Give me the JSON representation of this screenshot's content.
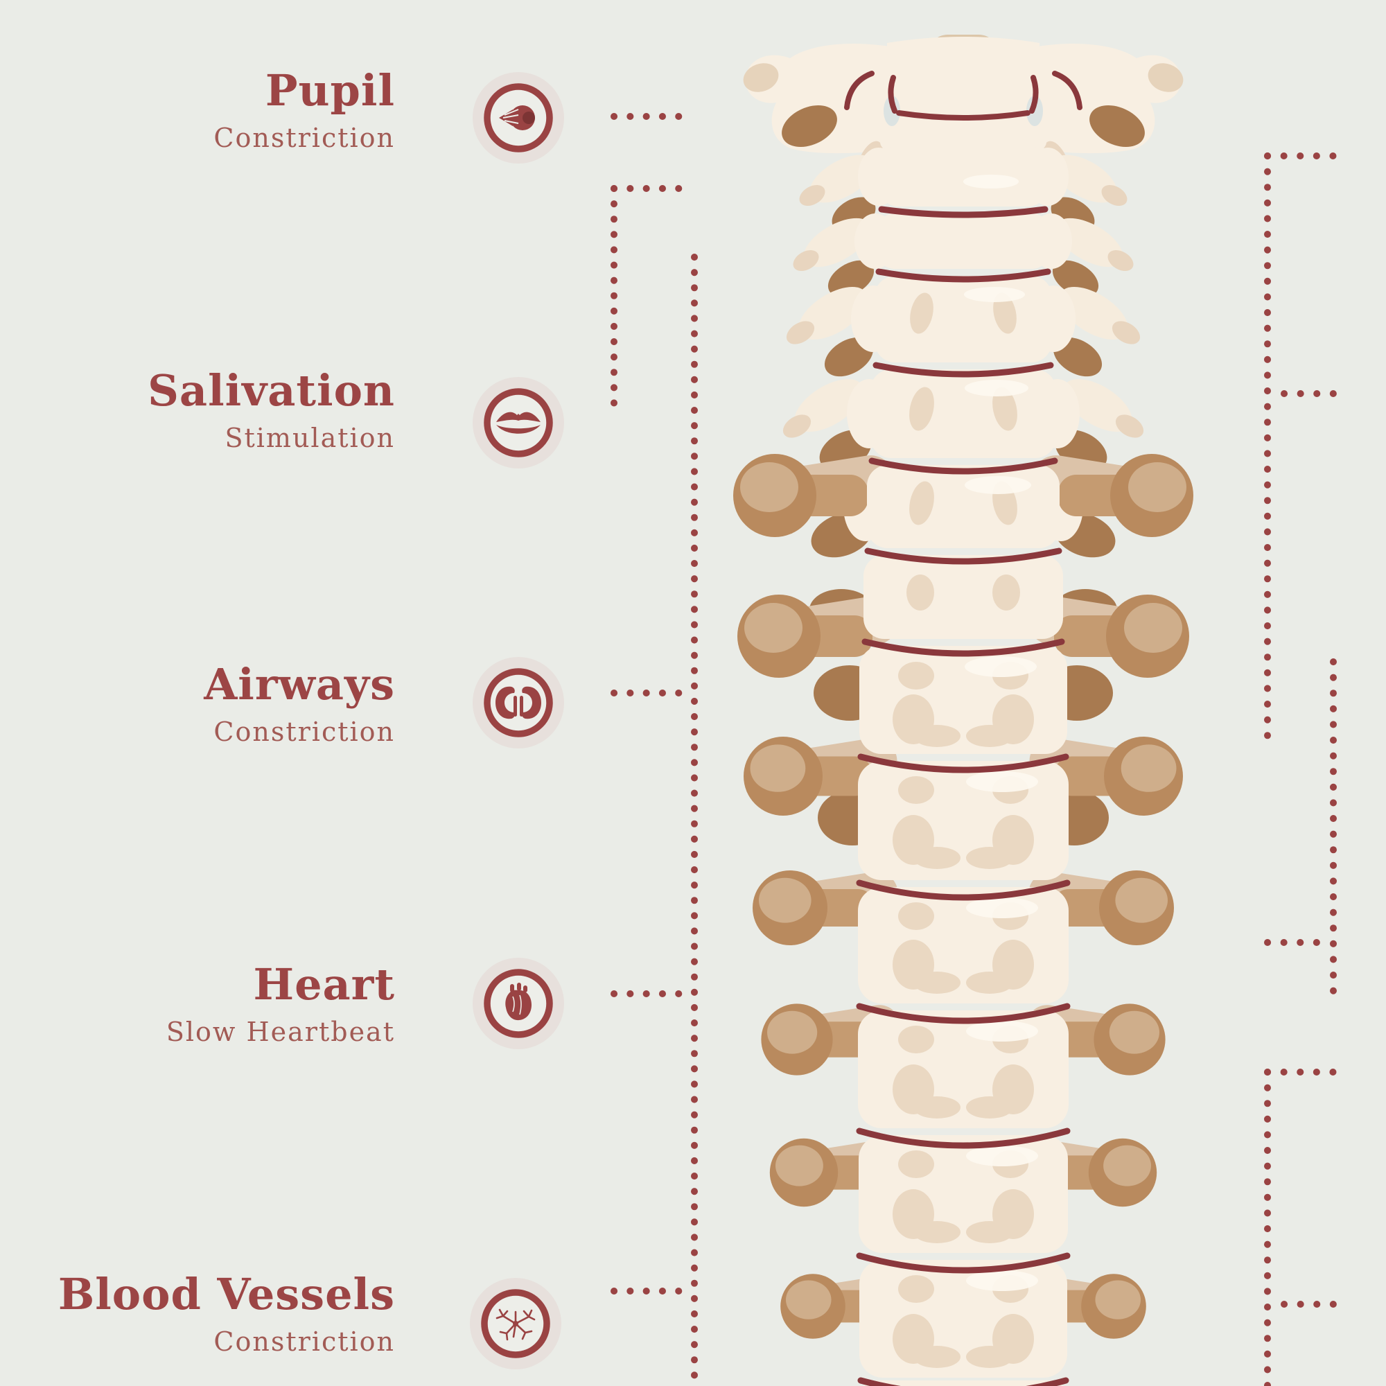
{
  "poster": {
    "illustration": "spinal column, anterior view",
    "background_color": "#eaece7",
    "accent_color": "#9a4343",
    "title_color": "#9c4545",
    "subtitle_color": "#a25b55",
    "disc_line_color": "#8a383c",
    "bone_color": "#f8efe2",
    "deep_brown_color": "#a87a50"
  },
  "labels": [
    {
      "title": "Pupil",
      "subtitle": "Constriction",
      "icon": "eye-icon"
    },
    {
      "title": "Salivation",
      "subtitle": "Stimulation",
      "icon": "lips-icon"
    },
    {
      "title": "Airways",
      "subtitle": "Constriction",
      "icon": "kidneys-icon"
    },
    {
      "title": "Heart",
      "subtitle": "Slow Heartbeat",
      "icon": "heart-icon"
    },
    {
      "title": "Blood Vessels",
      "subtitle": "Constriction",
      "icon": "blood-vessels-icon"
    }
  ]
}
